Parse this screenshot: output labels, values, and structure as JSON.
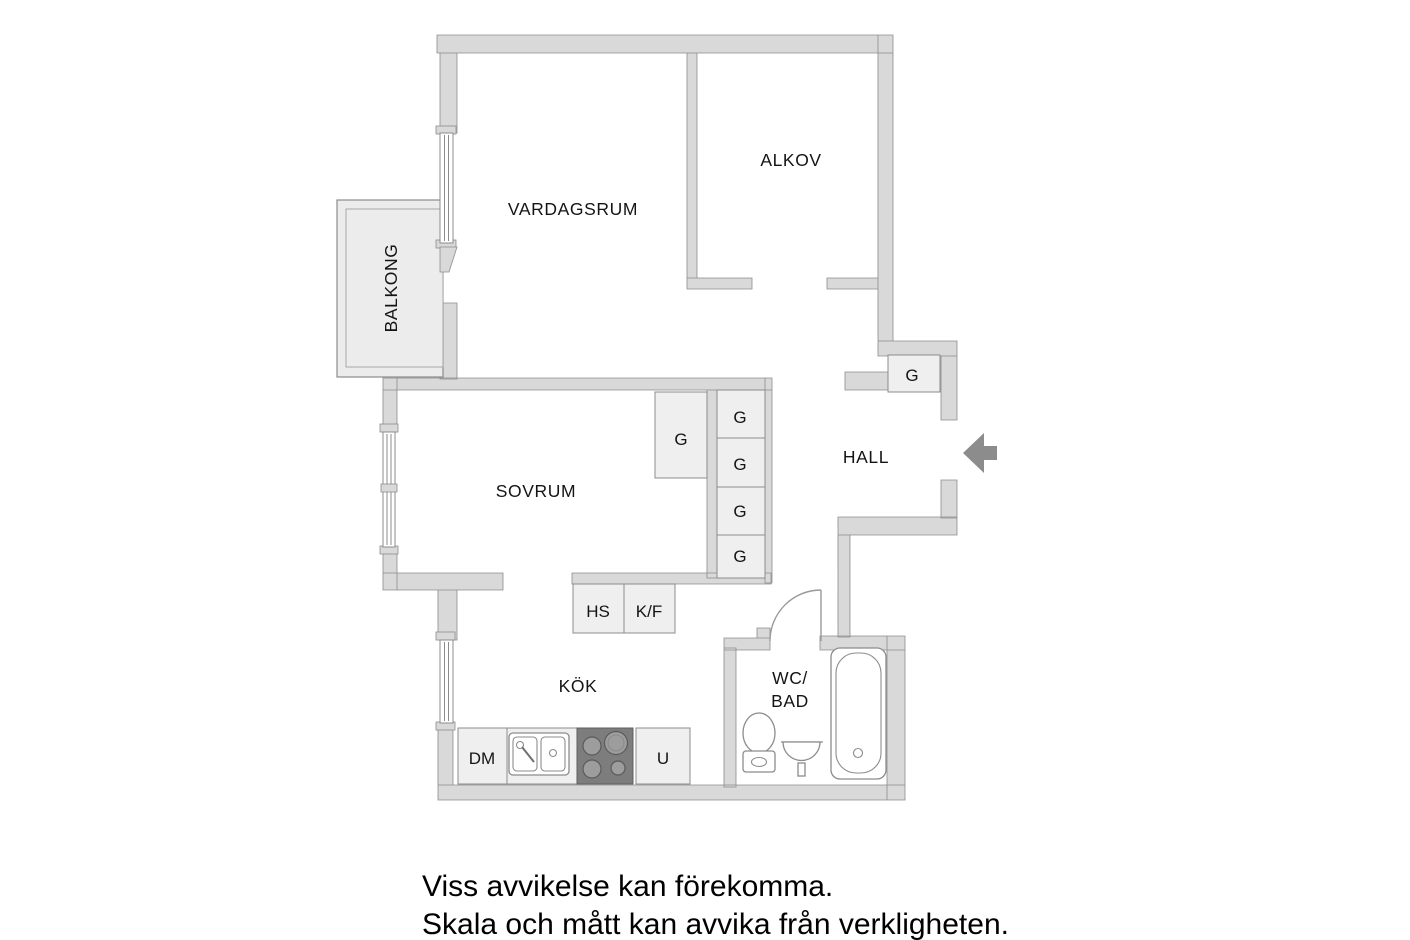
{
  "floorplan": {
    "rooms": {
      "living_room": "VARDAGSRUM",
      "alcove": "ALKOV",
      "balcony": "BALKONG",
      "bedroom": "SOVRUM",
      "hall": "HALL",
      "kitchen": "KÖK",
      "bathroom_line1": "WC/",
      "bathroom_line2": "BAD"
    },
    "closets": {
      "hall_wardrobe": "G",
      "bedroom_wardrobe": "G",
      "column_wardrobes": [
        "G",
        "G",
        "G",
        "G"
      ],
      "linen_cabinet": "HS",
      "fridge_freezer": "K/F"
    },
    "kitchen_units": {
      "dishwasher": "DM",
      "unit": "U"
    },
    "icons": {
      "entrance_arrow": "entrance-arrow"
    },
    "colors": {
      "wall_fill": "#d9d9d9",
      "wall_stroke": "#8c8c8c",
      "closet_fill": "#efefef",
      "balcony_fill": "#ececec",
      "stove_fill": "#7d7d7d",
      "arrow_fill": "#8c8c8c",
      "text": "#141414"
    }
  },
  "disclaimer": {
    "line1": "Viss avvikelse kan förekomma.",
    "line2": "Skala och mått kan avvika från verkligheten."
  }
}
